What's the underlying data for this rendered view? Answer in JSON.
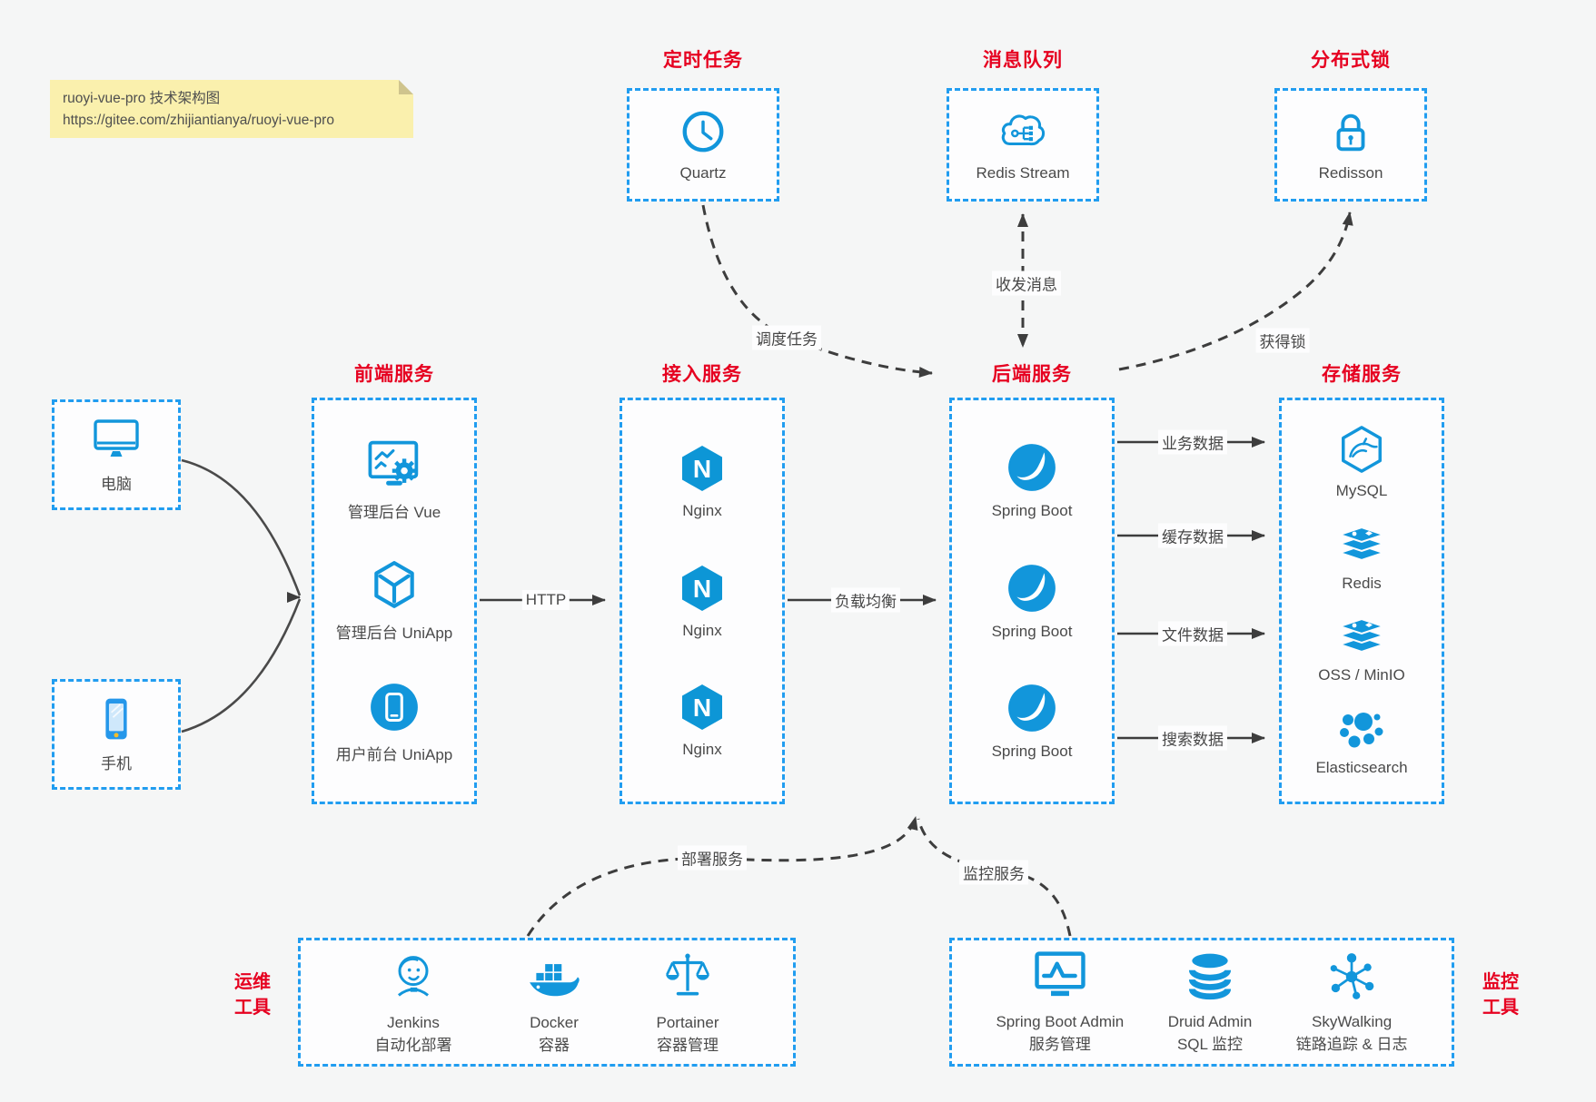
{
  "colors": {
    "icon_blue": "#1296db",
    "border_blue": "#219df0",
    "title_red": "#e60020",
    "arrow_gray": "#3d3d3d",
    "note_yellow": "#faf0ad"
  },
  "note": {
    "line1": "ruoyi-vue-pro 技术架构图",
    "line2": "https://gitee.com/zhijiantianya/ruoyi-vue-pro"
  },
  "sections": {
    "scheduled": {
      "title": "定时任务",
      "items": [
        {
          "label": "Quartz",
          "icon": "clock-icon"
        }
      ]
    },
    "mq": {
      "title": "消息队列",
      "items": [
        {
          "label": "Redis Stream",
          "icon": "cloud-stream-icon"
        }
      ]
    },
    "lock": {
      "title": "分布式锁",
      "items": [
        {
          "label": "Redisson",
          "icon": "lock-icon"
        }
      ]
    },
    "clients": {
      "items": [
        {
          "label": "电脑",
          "icon": "desktop-icon"
        },
        {
          "label": "手机",
          "icon": "smartphone-icon"
        }
      ]
    },
    "frontend": {
      "title": "前端服务",
      "items": [
        {
          "label": "管理后台 Vue",
          "icon": "admin-vue-icon"
        },
        {
          "label": "管理后台 UniApp",
          "icon": "uniapp-cube-icon"
        },
        {
          "label": "用户前台 UniApp",
          "icon": "user-app-icon"
        }
      ]
    },
    "gateway": {
      "title": "接入服务",
      "icon_letter": "N",
      "items": [
        {
          "label": "Nginx",
          "icon": "nginx-icon"
        },
        {
          "label": "Nginx",
          "icon": "nginx-icon"
        },
        {
          "label": "Nginx",
          "icon": "nginx-icon"
        }
      ]
    },
    "backend": {
      "title": "后端服务",
      "items": [
        {
          "label": "Spring Boot",
          "icon": "spring-icon"
        },
        {
          "label": "Spring Boot",
          "icon": "spring-icon"
        },
        {
          "label": "Spring Boot",
          "icon": "spring-icon"
        }
      ]
    },
    "storage": {
      "title": "存储服务",
      "items": [
        {
          "label": "MySQL",
          "icon": "mysql-icon"
        },
        {
          "label": "Redis",
          "icon": "redis-icon"
        },
        {
          "label": "OSS / MinIO",
          "icon": "oss-icon"
        },
        {
          "label": "Elasticsearch",
          "icon": "elasticsearch-icon"
        }
      ]
    },
    "ops": {
      "title_line1": "运维",
      "title_line2": "工具",
      "items": [
        {
          "name": "Jenkins",
          "desc": "自动化部署",
          "icon": "jenkins-icon"
        },
        {
          "name": "Docker",
          "desc": "容器",
          "icon": "docker-icon"
        },
        {
          "name": "Portainer",
          "desc": "容器管理",
          "icon": "portainer-icon"
        }
      ]
    },
    "monitoring": {
      "title_line1": "监控",
      "title_line2": "工具",
      "items": [
        {
          "name": "Spring Boot Admin",
          "desc": "服务管理",
          "icon": "spring-boot-admin-icon"
        },
        {
          "name": "Druid Admin",
          "desc": "SQL 监控",
          "icon": "druid-icon"
        },
        {
          "name": "SkyWalking",
          "desc": "链路追踪 & 日志",
          "icon": "skywalking-icon"
        }
      ]
    }
  },
  "edges": {
    "schedule": "调度任务",
    "message": "收发消息",
    "acquire_lock": "获得锁",
    "http": "HTTP",
    "load_balance": "负载均衡",
    "business_data": "业务数据",
    "cache_data": "缓存数据",
    "file_data": "文件数据",
    "search_data": "搜索数据",
    "deploy": "部署服务",
    "monitor": "监控服务"
  }
}
